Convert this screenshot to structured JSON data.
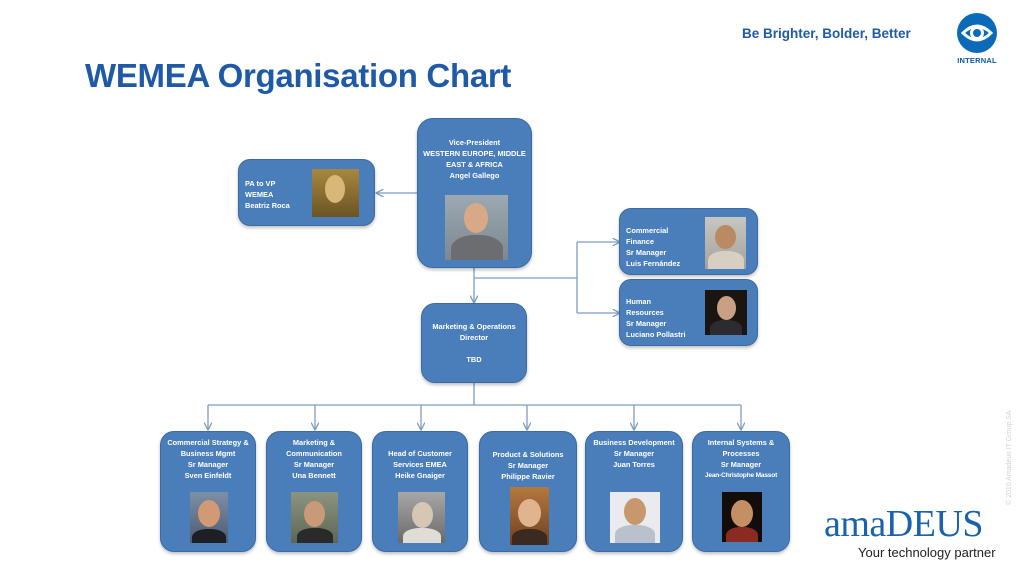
{
  "header": {
    "tagline": "Be Brighter, Bolder, Better",
    "classification_badge": {
      "icon": "eye-icon",
      "label": "INTERNAL",
      "color": "#0b6bb8"
    },
    "title": "WEMEA Organisation Chart"
  },
  "colors": {
    "box_fill": "#4a7ebb",
    "box_border": "#3a6aa2",
    "title": "#1f5aa6",
    "connector": "#7a9cc6"
  },
  "org": {
    "vp": {
      "lines": [
        "Vice-President",
        "WESTERN EUROPE, MIDDLE",
        "EAST & AFRICA",
        "Angel Gallego"
      ]
    },
    "pa": {
      "lines": [
        "PA to VP",
        "WEMEA",
        "Beatriz Roca"
      ]
    },
    "staff": [
      {
        "lines": [
          "Commercial",
          "Finance",
          "Sr Manager",
          "Luis Fernández"
        ]
      },
      {
        "lines": [
          "Human",
          "Resources",
          "Sr Manager",
          "Luciano Pollastri"
        ]
      }
    ],
    "director": {
      "lines": [
        "Marketing & Operations",
        "Director",
        "",
        "TBD"
      ]
    },
    "managers": [
      {
        "lines": [
          "Commercial Strategy &",
          "Business Mgmt",
          "Sr Manager",
          "Sven Einfeldt"
        ]
      },
      {
        "lines": [
          "Marketing &",
          "Communication",
          "Sr Manager",
          "Una Bennett"
        ]
      },
      {
        "lines": [
          "Head of Customer",
          "Services  EMEA",
          "Heike Gnaiger"
        ]
      },
      {
        "lines": [
          "Product & Solutions",
          "Sr Manager",
          "Philippe Ravier"
        ]
      },
      {
        "lines": [
          "Business Development",
          "Sr Manager",
          "Juan Torres"
        ]
      },
      {
        "lines": [
          "Internal Systems &",
          "Processes",
          "Sr Manager",
          "Jean-Christophe Massot"
        ]
      }
    ]
  },
  "footer": {
    "copyright": "© 2010 Amadeus IT Group SA",
    "logo": "amaDEUS",
    "logo_sub": "Your technology partner"
  }
}
